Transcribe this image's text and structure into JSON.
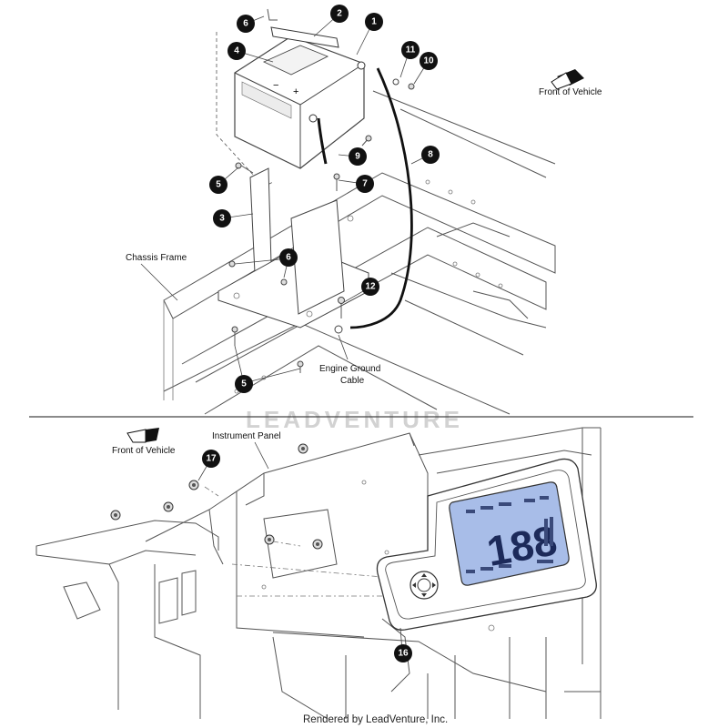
{
  "upper": {
    "callouts": [
      "1",
      "2",
      "4",
      "6",
      "11",
      "10",
      "9",
      "8",
      "5",
      "7",
      "3",
      "6",
      "12",
      "5"
    ],
    "labels": {
      "front_of_vehicle": "Front of Vehicle",
      "chassis_frame": "Chassis Frame",
      "engine_ground_line1": "Engine Ground",
      "engine_ground_line2": "Cable"
    },
    "battery_marks": {
      "minus": "−",
      "plus": "+"
    }
  },
  "lower": {
    "callouts": [
      "17",
      "16"
    ],
    "labels": {
      "front_of_vehicle": "Front of Vehicle",
      "instrument_panel": "Instrument Panel"
    },
    "display": {
      "big_digits": "188",
      "screen_color": "#a8bde8"
    }
  },
  "watermark": "LEADVENTURE",
  "footer": "Rendered by LeadVenture, Inc."
}
